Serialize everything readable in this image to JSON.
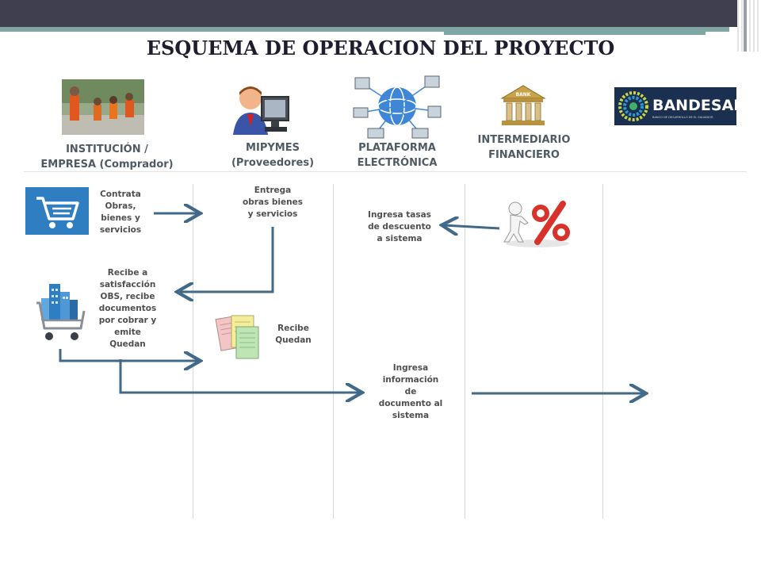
{
  "title": "ESQUEMA DE OPERACION  DEL PROYECTO",
  "columns": [
    {
      "line1": "INSTITUCIÓN /",
      "line2": "EMPRESA  (Comprador)"
    },
    {
      "line1": "MIPYMES",
      "line2": "(Proveedores)"
    },
    {
      "line1": "PLATAFORMA",
      "line2": "ELECTRÓNICA"
    },
    {
      "line1": "INTERMEDIARIO",
      "line2": "FINANCIERO"
    }
  ],
  "logo": {
    "name": "BANDESAL",
    "tagline": "BANCO DE DESARROLLO DE EL SALVADOR"
  },
  "bank_sign": "BANK",
  "steps": {
    "contrata": [
      "Contrata",
      "Obras,",
      "bienes y",
      "servicios"
    ],
    "entrega": [
      "Entrega",
      "obras bienes",
      "y servicios"
    ],
    "ingresa_tasas": [
      "Ingresa tasas",
      "de descuento",
      "a sistema"
    ],
    "recibe_satisfaccion": [
      "Recibe a",
      "satisfacción",
      "OBS, recibe",
      "documentos",
      "por cobrar y",
      "emite",
      "Quedan"
    ],
    "recibe_quedan": [
      "Recibe",
      "Quedan"
    ],
    "ingresa_info": [
      "Ingresa",
      "información",
      "de",
      "documento al",
      "sistema"
    ]
  },
  "colors": {
    "arrow": "#40698a",
    "topbar": "#3f3f4f",
    "accent": "#7fa6a3",
    "heading": "#4f5a64",
    "percent": "#d8322a"
  }
}
